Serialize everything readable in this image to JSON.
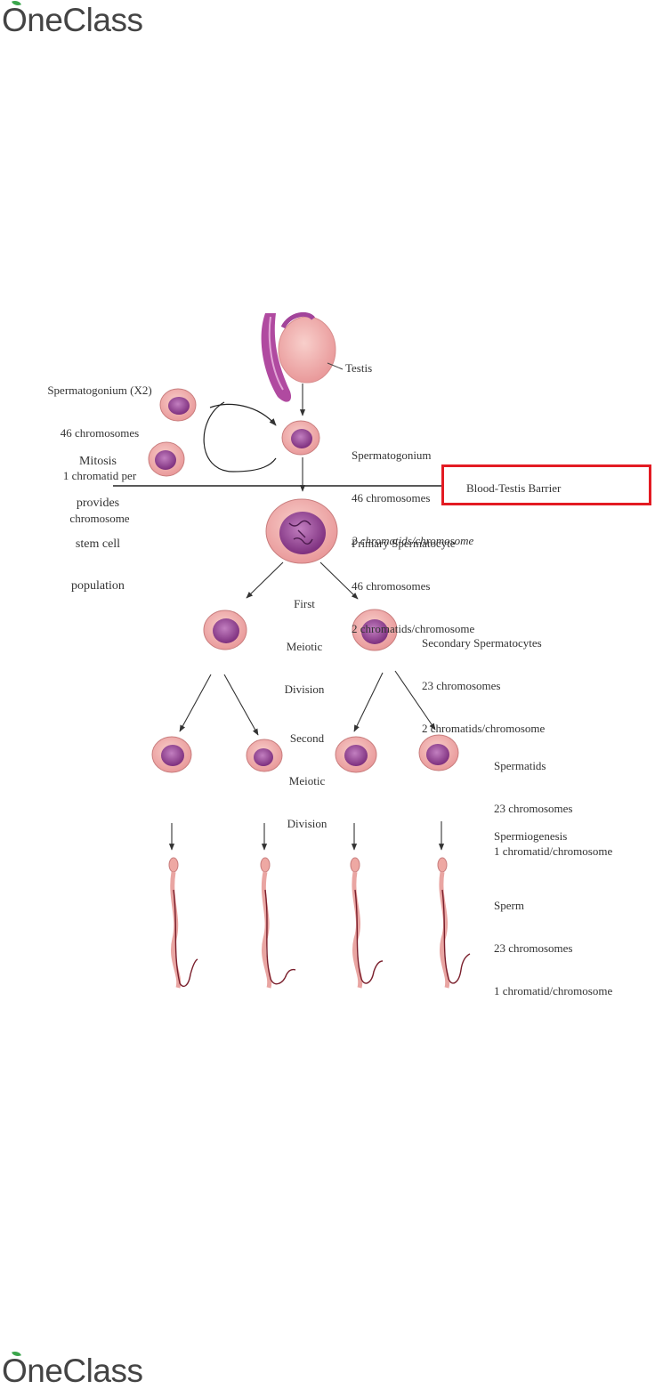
{
  "brand": {
    "name": "OneClass",
    "footer_name": "OneClass"
  },
  "diagram": {
    "testis_label": "Testis",
    "spermatogonium_x2": [
      "Spermatogonium (X2)",
      "46 chromosomes",
      "1 chromatid per",
      "chromosome"
    ],
    "mitosis_note": [
      "Mitosis",
      "provides",
      "stem cell",
      "population"
    ],
    "spermatogonium": [
      "Spermatogonium",
      "46 chromosomes",
      "2 chromatids/chromosome"
    ],
    "barrier_label": "Blood-Testis Barrier",
    "primary_spermatocyte": [
      "Primary Spermatocyte",
      "46 chromosomes",
      "2 chromatids/chromosome"
    ],
    "first_meiotic_division": [
      "First",
      "Meiotic",
      "Division"
    ],
    "secondary_spermatocytes": [
      "Secondary Spermatocytes",
      "23 chromosomes",
      "2 chromatids/chromosome"
    ],
    "second_meiotic_division": [
      "Second",
      "Meiotic",
      "Division"
    ],
    "spermatids": [
      "Spermatids",
      "23 chromosomes",
      "1 chromatid/chromosome"
    ],
    "spermiogenesis": "Spermiogenesis",
    "sperm": [
      "Sperm",
      "23 chromosomes",
      "1 chromatid/chromosome"
    ],
    "colors": {
      "cell_fill": "#f2b3b1",
      "nucleus_fill": "#a24b9e",
      "highlight_box": "#e31b23"
    }
  }
}
